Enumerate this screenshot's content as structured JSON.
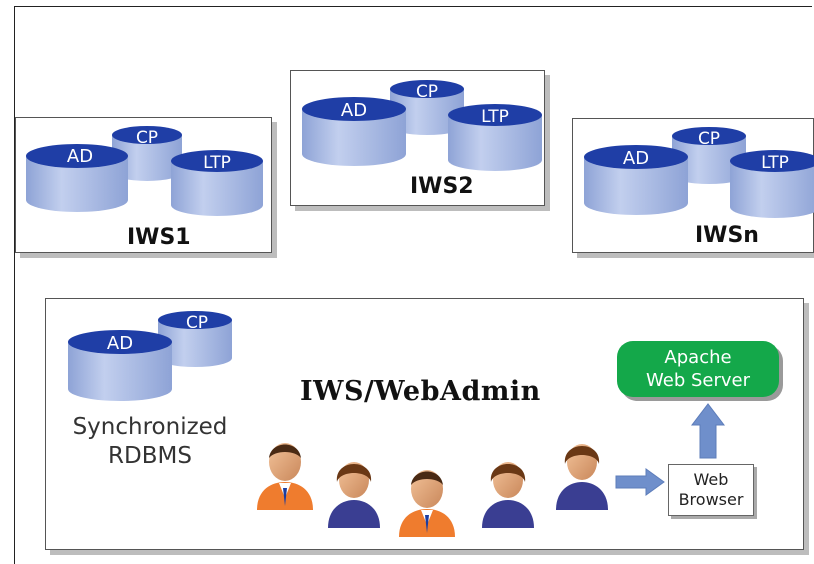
{
  "workstations": [
    {
      "label": "IWS1",
      "databases": [
        "AD",
        "CP",
        "LTP"
      ]
    },
    {
      "label": "IWS2",
      "databases": [
        "AD",
        "CP",
        "LTP"
      ]
    },
    {
      "label": "IWSn",
      "databases": [
        "AD",
        "CP",
        "LTP"
      ]
    }
  ],
  "webadmin": {
    "title": "IWS/WebAdmin",
    "databases": [
      "AD",
      "CP"
    ],
    "rdbms_label": [
      "Synchronized",
      "RDBMS"
    ],
    "apache_label": [
      "Apache",
      "Web Server"
    ],
    "browser_label": [
      "Web",
      "Browser"
    ]
  },
  "colors": {
    "cylinder_top": "#1f3ea6",
    "cylinder_body": "#a7b8df",
    "apache": "#14a84a",
    "arrow": "#6f8fcb"
  }
}
